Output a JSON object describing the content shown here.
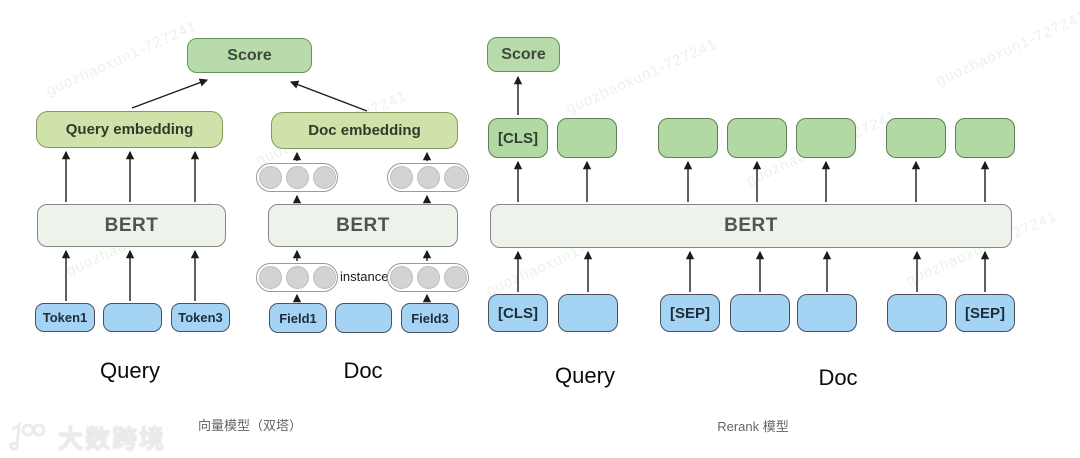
{
  "colors": {
    "green_fill": "#b7dbab",
    "green_border": "#6e8f63",
    "green2_fill": "#b2d8a3",
    "green2_border": "#5f7f55",
    "olive_fill": "#cfe2a9",
    "olive_border": "#84985c",
    "bert_fill": "#edf2ea",
    "bert_border": "#828984",
    "blue_fill": "#a5d3f3",
    "blue_border": "#46535f",
    "wm_color": "#8fae84"
  },
  "bi_encoder": {
    "score": "Score",
    "query_embedding": "Query embedding",
    "doc_embedding": "Doc embedding",
    "bert": "BERT",
    "query_tokens": [
      "Token1",
      "",
      "Token3"
    ],
    "doc_fields": [
      "Field1",
      "",
      "Field3"
    ],
    "instance_label": "instance",
    "query_label": "Query",
    "doc_label": "Doc",
    "caption": "向量模型（双塔）"
  },
  "rerank": {
    "score": "Score",
    "bert": "BERT",
    "top_row": [
      "[CLS]",
      "",
      "",
      "",
      "",
      "",
      ""
    ],
    "bottom_row": [
      "[CLS]",
      "",
      "[SEP]",
      "",
      "",
      "",
      "[SEP]"
    ],
    "query_label": "Query",
    "doc_label": "Doc",
    "caption": "Rerank 模型"
  },
  "watermark": {
    "text": "guozhaoxun1-727241",
    "brand": "大数跨境"
  }
}
